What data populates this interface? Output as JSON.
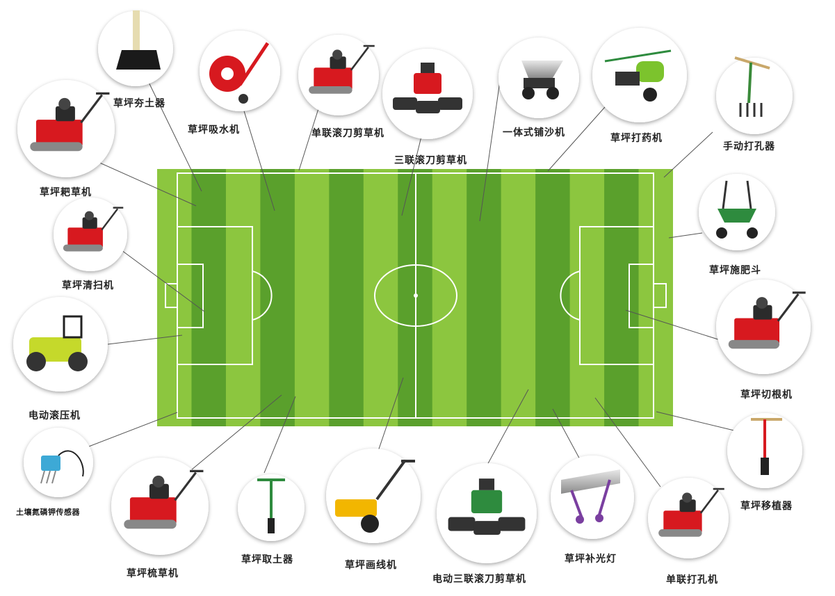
{
  "colors": {
    "grass_light": "#8cc63f",
    "grass_dark": "#5aa02c",
    "line": "#ffffff",
    "machine_red": "#d7191f",
    "machine_green": "#2e8b3e",
    "label": "#222222"
  },
  "equipment": [
    {
      "id": "tamper",
      "label": "草坪夯土器",
      "icon": "tamper-icon"
    },
    {
      "id": "rake",
      "label": "草坪耙草机",
      "icon": "red-machine-icon"
    },
    {
      "id": "water",
      "label": "草坪吸水机",
      "icon": "water-suction-icon"
    },
    {
      "id": "single-reel",
      "label": "单联滚刀剪草机",
      "icon": "red-machine-icon"
    },
    {
      "id": "triple-reel",
      "label": "三联滚刀剪草机",
      "icon": "tractor-mower-icon"
    },
    {
      "id": "sand",
      "label": "一体式铺沙机",
      "icon": "sand-spreader-icon"
    },
    {
      "id": "sprayer",
      "label": "草坪打药机",
      "icon": "sprayer-icon"
    },
    {
      "id": "manual-aerator",
      "label": "手动打孔器",
      "icon": "fork-icon"
    },
    {
      "id": "sweeper",
      "label": "草坪清扫机",
      "icon": "red-machine-icon"
    },
    {
      "id": "fertilizer",
      "label": "草坪施肥斗",
      "icon": "spreader-icon"
    },
    {
      "id": "roller",
      "label": "电动滚压机",
      "icon": "roller-icon"
    },
    {
      "id": "verticutter",
      "label": "草坪切根机",
      "icon": "red-machine-icon"
    },
    {
      "id": "sensor",
      "label": "土壤氮磷钾传感器",
      "icon": "sensor-icon"
    },
    {
      "id": "transplanter",
      "label": "草坪移植器",
      "icon": "transplanter-icon"
    },
    {
      "id": "comb",
      "label": "草坪梳草机",
      "icon": "red-machine-icon"
    },
    {
      "id": "soil-sampler",
      "label": "草坪取土器",
      "icon": "sampler-icon"
    },
    {
      "id": "line-marker",
      "label": "草坪画线机",
      "icon": "line-marker-icon"
    },
    {
      "id": "electric-triple",
      "label": "电动三联滚刀剪草机",
      "icon": "tractor-mower-icon"
    },
    {
      "id": "grow-light",
      "label": "草坪补光灯",
      "icon": "grow-light-icon"
    },
    {
      "id": "single-aerator",
      "label": "单联打孔机",
      "icon": "red-machine-icon"
    }
  ]
}
